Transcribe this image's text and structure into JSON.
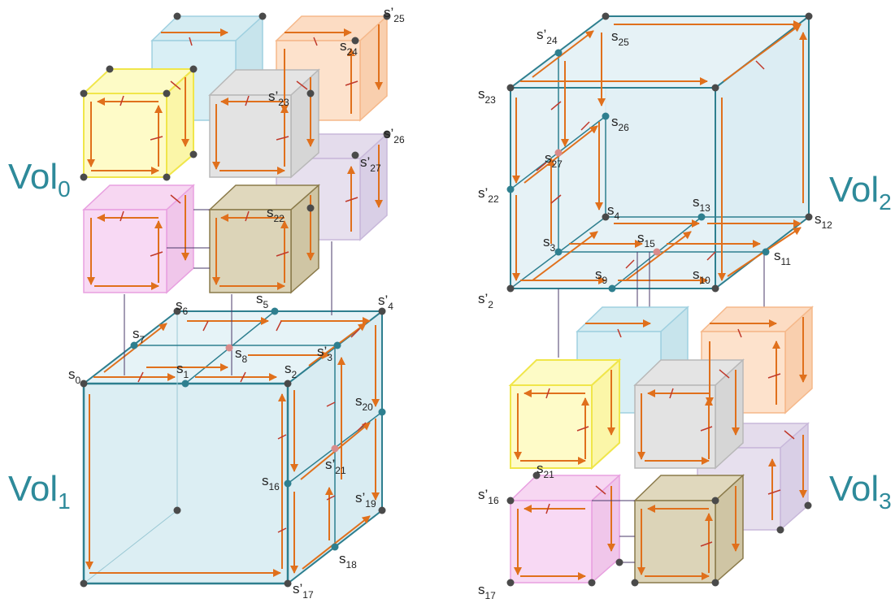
{
  "colors": {
    "accent": "#2e8a9a",
    "arrow": "#e0701c",
    "vertex_dark": "#4a4a4a",
    "vertex_teal": "#2e7f8f",
    "vertex_pink": "#d98b8b",
    "connector": "#4a3a6a",
    "cube_cyan": "#cfe9ef",
    "cube_orange": "#fbd6b8",
    "cube_yellow": "#fdfbc0",
    "cube_gray": "#dedede",
    "cube_pink": "#f5d0f0",
    "cube_violet": "#e0d6ea",
    "cube_khaki": "#dcd4b8",
    "big_fill": "#e3f1f5"
  },
  "volumes": [
    {
      "base": "Vol",
      "sub": "0"
    },
    {
      "base": "Vol",
      "sub": "1"
    },
    {
      "base": "Vol",
      "sub": "2"
    },
    {
      "base": "Vol",
      "sub": "3"
    }
  ],
  "labels": {
    "s0": {
      "main": "s",
      "prime": "",
      "sub": "0"
    },
    "s1": {
      "main": "s",
      "prime": "",
      "sub": "1"
    },
    "s2": {
      "main": "s",
      "prime": "",
      "sub": "2"
    },
    "s3p": {
      "main": "s",
      "prime": "’",
      "sub": "3"
    },
    "s4p": {
      "main": "s",
      "prime": "’",
      "sub": "4"
    },
    "s5": {
      "main": "s",
      "prime": "",
      "sub": "5"
    },
    "s6": {
      "main": "s",
      "prime": "",
      "sub": "6"
    },
    "s7": {
      "main": "s",
      "prime": "",
      "sub": "7"
    },
    "s8": {
      "main": "s",
      "prime": "",
      "sub": "8"
    },
    "s16": {
      "main": "s",
      "prime": "",
      "sub": "16"
    },
    "s17p": {
      "main": "s",
      "prime": "’",
      "sub": "17"
    },
    "s18": {
      "main": "s",
      "prime": "",
      "sub": "18"
    },
    "s19p": {
      "main": "s",
      "prime": "’",
      "sub": "19"
    },
    "s20": {
      "main": "s",
      "prime": "",
      "sub": "20"
    },
    "s21p": {
      "main": "s",
      "prime": "’",
      "sub": "21"
    },
    "s22": {
      "main": "s",
      "prime": "",
      "sub": "22"
    },
    "s23p": {
      "main": "s",
      "prime": "’",
      "sub": "23"
    },
    "s24": {
      "main": "s",
      "prime": "",
      "sub": "24"
    },
    "s25p": {
      "main": "s",
      "prime": "’",
      "sub": "25"
    },
    "s26p": {
      "main": "s",
      "prime": "’",
      "sub": "26"
    },
    "s27p": {
      "main": "s",
      "prime": "’",
      "sub": "27"
    },
    "r_s2p": {
      "main": "s",
      "prime": "’",
      "sub": "2"
    },
    "r_s3": {
      "main": "s",
      "prime": "",
      "sub": "3"
    },
    "r_s4": {
      "main": "s",
      "prime": "",
      "sub": "4"
    },
    "r_s9": {
      "main": "s",
      "prime": "",
      "sub": "9"
    },
    "r_s10": {
      "main": "s",
      "prime": "",
      "sub": "10"
    },
    "r_s11": {
      "main": "s",
      "prime": "",
      "sub": "11"
    },
    "r_s12": {
      "main": "s",
      "prime": "",
      "sub": "12"
    },
    "r_s13": {
      "main": "s",
      "prime": "",
      "sub": "13"
    },
    "r_s15": {
      "main": "s",
      "prime": "",
      "sub": "15"
    },
    "r_s16p": {
      "main": "s",
      "prime": "’",
      "sub": "16"
    },
    "r_s17": {
      "main": "s",
      "prime": "",
      "sub": "17"
    },
    "r_s21": {
      "main": "s",
      "prime": "",
      "sub": "21"
    },
    "r_s22p": {
      "main": "s",
      "prime": "’",
      "sub": "22"
    },
    "r_s23": {
      "main": "s",
      "prime": "",
      "sub": "23"
    },
    "r_s24p": {
      "main": "s",
      "prime": "’",
      "sub": "24"
    },
    "r_s25": {
      "main": "s",
      "prime": "",
      "sub": "25"
    },
    "r_s26": {
      "main": "s",
      "prime": "",
      "sub": "26"
    },
    "r_s27": {
      "main": "s",
      "prime": "",
      "sub": "27"
    }
  }
}
